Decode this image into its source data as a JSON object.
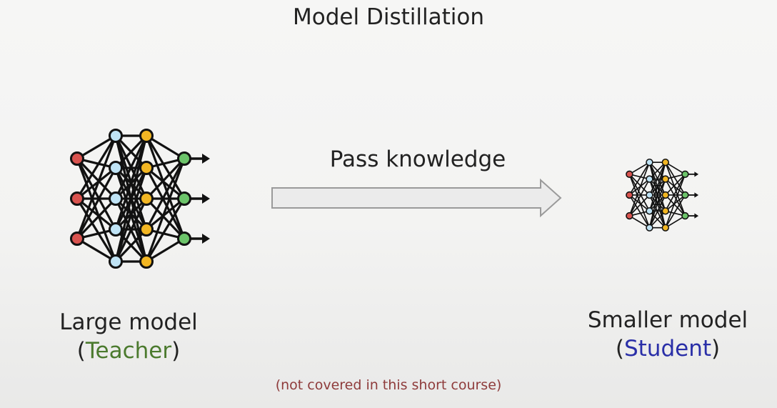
{
  "title": "Model Distillation",
  "arrow": {
    "label": "Pass knowledge"
  },
  "teacher": {
    "name": "Large model",
    "role": "Teacher"
  },
  "student": {
    "name": "Smaller model",
    "role": "Student"
  },
  "note": "(not covered in this short course)",
  "colors": {
    "teacher_role": "#4b7a2e",
    "student_role": "#2a2fa8",
    "note": "#8e3b3b",
    "input_node": "#d9534f",
    "hidden1_node": "#bfe3f5",
    "hidden2_node": "#f2b623",
    "output_node": "#6cc46a",
    "edge": "#111111",
    "arrow_fill": "#ebebeb",
    "arrow_stroke": "#9a9a9a"
  }
}
